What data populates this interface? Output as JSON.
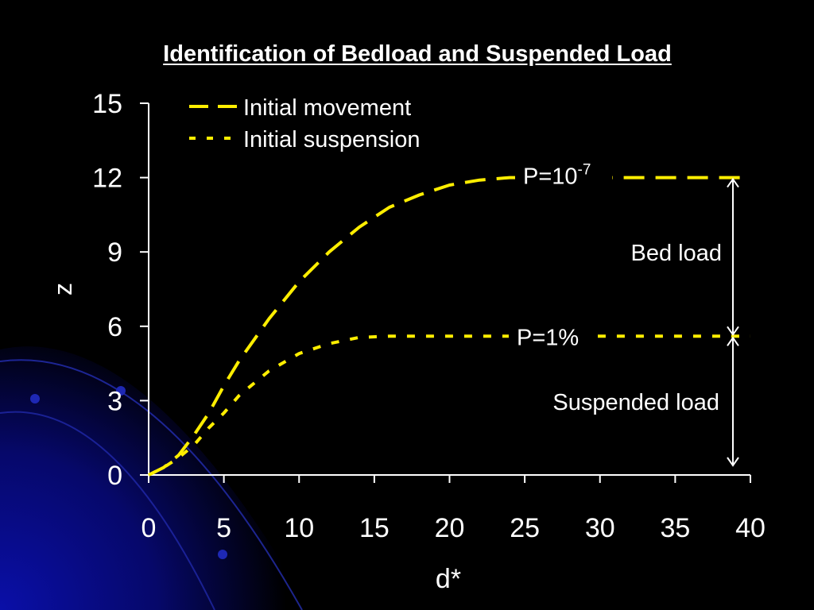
{
  "title": "Identification of Bedload and Suspended Load",
  "chart_data": {
    "type": "line",
    "title": "Identification of Bedload and Suspended Load",
    "xlabel": "d*",
    "ylabel": "z",
    "xlim": [
      0,
      40
    ],
    "ylim": [
      0,
      15
    ],
    "x_ticks": [
      "0",
      "5",
      "10",
      "15",
      "20",
      "25",
      "30",
      "35",
      "40"
    ],
    "y_ticks": [
      "0",
      "3",
      "6",
      "9",
      "12",
      "15"
    ],
    "legend_position": "top-left",
    "grid": false,
    "series": [
      {
        "name": "Initial movement",
        "style": "long-dash",
        "color": "#ffee00",
        "x": [
          0,
          1,
          2,
          3,
          4,
          5,
          6,
          8,
          10,
          12,
          14,
          16,
          18,
          20,
          22,
          24,
          25,
          30,
          35,
          40
        ],
        "y": [
          0,
          0.3,
          0.8,
          1.6,
          2.5,
          3.6,
          4.6,
          6.3,
          7.8,
          9.0,
          10.0,
          10.8,
          11.3,
          11.7,
          11.9,
          12.0,
          12.0,
          12.0,
          12.0,
          12.0
        ]
      },
      {
        "name": "Initial suspension",
        "style": "short-dash",
        "color": "#ffee00",
        "x": [
          0,
          1,
          2,
          3,
          4,
          5,
          6,
          8,
          10,
          12,
          14,
          16,
          20,
          25,
          30,
          35,
          40
        ],
        "y": [
          0,
          0.3,
          0.7,
          1.2,
          1.9,
          2.5,
          3.2,
          4.2,
          4.9,
          5.3,
          5.55,
          5.6,
          5.6,
          5.6,
          5.6,
          5.6,
          5.6
        ]
      }
    ],
    "annotations": [
      {
        "text_base": "P=10",
        "text_sup": "-7"
      },
      {
        "text": "P=1%"
      },
      {
        "text": "Bed load"
      },
      {
        "text": "Suspended load"
      }
    ],
    "accent_color": "#ffee00",
    "background_color": "#000000"
  }
}
